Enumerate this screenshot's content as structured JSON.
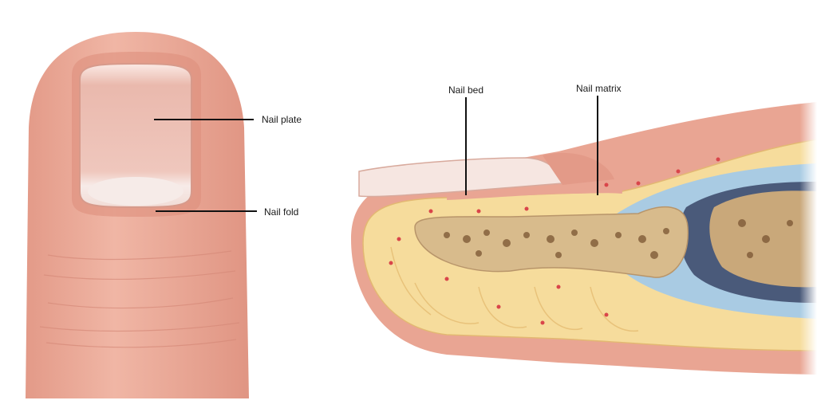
{
  "labels": {
    "nail_plate": "Nail plate",
    "nail_fold": "Nail fold",
    "nail_bed": "Nail bed",
    "nail_matrix": "Nail matrix"
  },
  "colors": {
    "skin": "#e9a593",
    "skin_dark": "#d98a78",
    "nail": "#f3d6cf",
    "fat": "#f6dc9c",
    "bone": "#c9a87a",
    "bone_pore": "#7a5532",
    "cartilage": "#a9cbe3",
    "joint": "#4a5a7a",
    "vessel": "#d9454a",
    "leader_line": "#111111"
  }
}
